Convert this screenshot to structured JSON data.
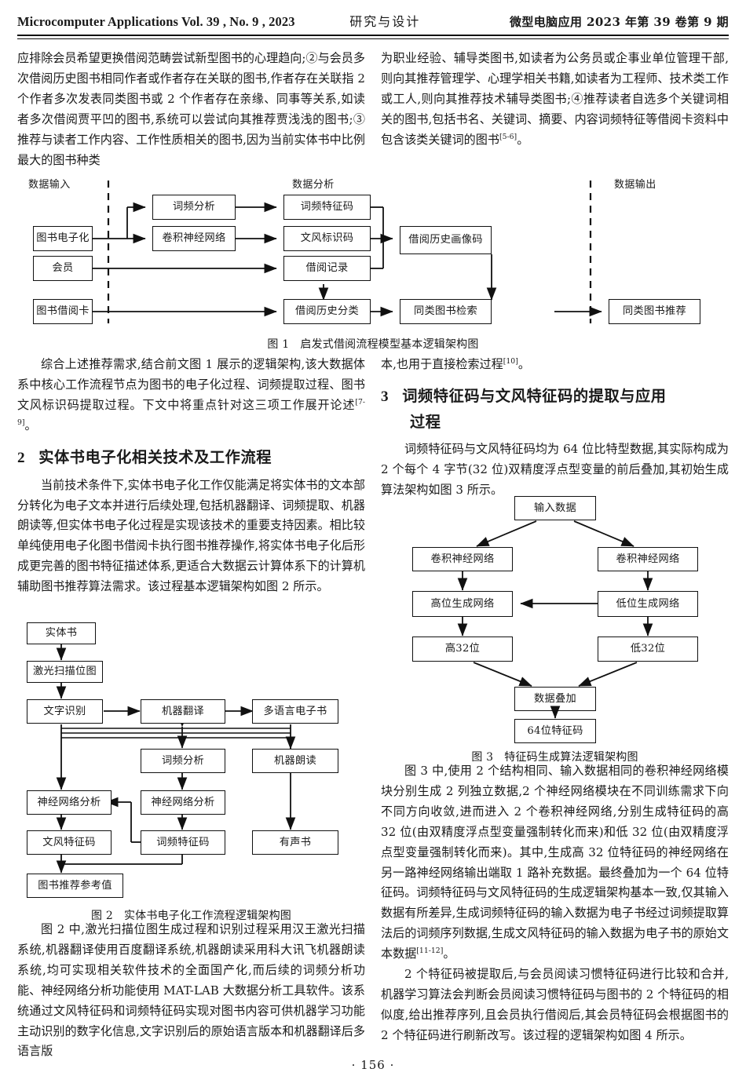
{
  "running_head": {
    "left": "Microcomputer Applications Vol. 39 , No. 9 , 2023",
    "middle": "研究与设计",
    "right": "微型电脑应用 2023 年第 39 卷第 9 期"
  },
  "page_number": "·  156  ·",
  "left_column": {
    "para_continued": "应排除会员希望更换借阅范畴尝试新型图书的心理趋向;②与会员多次借阅历史图书相同作者或作者存在关联的图书,作者存在关联指 2 个作者多次发表同类图书或 2 个作者存在亲缘、同事等关系,如读者多次借阅贾平凹的图书,系统可以尝试向其推荐贾浅浅的图书;③推荐与读者工作内容、工作性质相关的图书,因为当前实体书中比例最大的图书种类",
    "para_after_fig1": "综合上述推荐需求,结合前文图 1 展示的逻辑架构,该大数据体系中核心工作流程节点为图书的电子化过程、词频提取过程、图书文风标识码提取过程。下文中将重点针对这三项工作展开论述",
    "para_after_fig1_ref": "[7-9]",
    "para_after_fig1_tail": "。",
    "section2": {
      "number": "2",
      "title": "实体书电子化相关技术及工作流程"
    },
    "para_section2": "当前技术条件下,实体书电子化工作仅能满足将实体书的文本部分转化为电子文本并进行后续处理,包括机器翻译、词频提取、机器朗读等,但实体书电子化过程是实现该技术的重要支持因素。相比较单纯使用电子化图书借阅卡执行图书推荐操作,将实体书电子化后形成更完善的图书特征描述体系,更适合大数据云计算体系下的计算机辅助图书推荐算法需求。该过程基本逻辑架构如图 2 所示。",
    "para_after_fig2": "图 2 中,激光扫描位图生成过程和识别过程采用汉王激光扫描系统,机器翻译使用百度翻译系统,机器朗读采用科大讯飞机器朗读系统,均可实现相关软件技术的全面国产化,而后续的词频分析功能、神经网络分析功能使用 MAT-LAB 大数据分析工具软件。该系统通过文风特征码和词频特征码实现对图书内容可供机器学习功能主动识别的数字化信息,文字识别后的原始语言版本和机器翻译后多语言版"
  },
  "right_column": {
    "para_continued": "为职业经验、辅导类图书,如读者为公务员或企事业单位管理干部,则向其推荐管理学、心理学相关书籍,如读者为工程师、技术类工作或工人,则向其推荐技术辅导类图书;④推荐读者自选多个关键词相关的图书,包括书名、关键词、摘要、内容词频特征等借阅卡资料中包含该类关键词的图书",
    "para_continued_ref": "[5-6]",
    "para_continued_tail": "。",
    "para_top": "本,也用于直接检索过程",
    "para_top_ref": "[10]",
    "para_top_tail": "。",
    "section3": {
      "number": "3",
      "title_line1": "词频特征码与文风特征码的提取与应用",
      "title_line2": "过程"
    },
    "para_section3": "词频特征码与文风特征码均为 64 位比特型数据,其实际构成为 2 个每个 4 字节(32 位)双精度浮点型变量的前后叠加,其初始生成算法架构如图 3 所示。",
    "para_after_fig3": "图 3 中,使用 2 个结构相同、输入数据相同的卷积神经网络模块分别生成 2 列独立数据,2 个神经网络模块在不同训练需求下向不同方向收敛,进而进入 2 个卷积神经网络,分别生成特征码的高 32 位(由双精度浮点型变量强制转化而来)和低 32 位(由双精度浮点型变量强制转化而来)。其中,生成高 32 位特征码的神经网络在另一路神经网络输出端取 1 路补充数据。最终叠加为一个 64 位特征码。词频特征码与文风特征码的生成逻辑架构基本一致,仅其输入数据有所差异,生成词频特征码的输入数据为电子书经过词频提取算法后的词频序列数据,生成文风特征码的输入数据为电子书的原始文本数据",
    "para_after_fig3_ref": "[11-12]",
    "para_after_fig3_tail": "。",
    "para_last": "2 个特征码被提取后,与会员阅读习惯特征码进行比较和合并,机器学习算法会判断会员阅读习惯特征码与图书的 2 个特征码的相似度,给出推荐序列,且会员执行借阅后,其会员特征码会根据图书的 2 个特征码进行刷新改写。该过程的逻辑架构如图 4 所示。"
  },
  "figure1": {
    "caption_num": "图 1",
    "caption_text": "启发式借阅流程模型基本逻辑架构图",
    "lane_labels": [
      "数据输入",
      "数据分析",
      "数据输出"
    ],
    "nodes": [
      {
        "id": "n1",
        "label": "图书电子化"
      },
      {
        "id": "n2",
        "label": "会员"
      },
      {
        "id": "n3",
        "label": "图书借阅卡"
      },
      {
        "id": "n4",
        "label": "词频分析"
      },
      {
        "id": "n5",
        "label": "卷积神经网络"
      },
      {
        "id": "n6",
        "label": "词频特征码"
      },
      {
        "id": "n7",
        "label": "文风标识码"
      },
      {
        "id": "n8",
        "label": "借阅记录"
      },
      {
        "id": "n9",
        "label": "借阅历史分类"
      },
      {
        "id": "n10",
        "label": "借阅历史画像码"
      },
      {
        "id": "n11",
        "label": "同类图书检索"
      },
      {
        "id": "n12",
        "label": "同类图书推荐"
      }
    ]
  },
  "figure2": {
    "caption_num": "图 2",
    "caption_text": "实体书电子化工作流程逻辑架构图",
    "nodes": [
      {
        "id": "m1",
        "label": "实体书"
      },
      {
        "id": "m2",
        "label": "激光扫描位图"
      },
      {
        "id": "m3",
        "label": "文字识别"
      },
      {
        "id": "m4",
        "label": "机器翻译"
      },
      {
        "id": "m5",
        "label": "多语言电子书"
      },
      {
        "id": "m6",
        "label": "词频分析"
      },
      {
        "id": "m7",
        "label": "机器朗读"
      },
      {
        "id": "m8",
        "label": "神经网络分析"
      },
      {
        "id": "m9",
        "label": "神经网络分析"
      },
      {
        "id": "m10",
        "label": "文风特征码"
      },
      {
        "id": "m11",
        "label": "词频特征码"
      },
      {
        "id": "m12",
        "label": "有声书"
      },
      {
        "id": "m13",
        "label": "图书推荐参考值"
      }
    ]
  },
  "figure3": {
    "caption_num": "图 3",
    "caption_text": "特征码生成算法逻辑架构图",
    "nodes": [
      {
        "id": "k1",
        "label": "输入数据"
      },
      {
        "id": "k2",
        "label": "卷积神经网络"
      },
      {
        "id": "k3",
        "label": "卷积神经网络"
      },
      {
        "id": "k4",
        "label": "高位生成网络"
      },
      {
        "id": "k5",
        "label": "低位生成网络"
      },
      {
        "id": "k6",
        "label": "高32位"
      },
      {
        "id": "k7",
        "label": "低32位"
      },
      {
        "id": "k8",
        "label": "数据叠加"
      },
      {
        "id": "k9",
        "label": "64位特征码"
      }
    ]
  }
}
